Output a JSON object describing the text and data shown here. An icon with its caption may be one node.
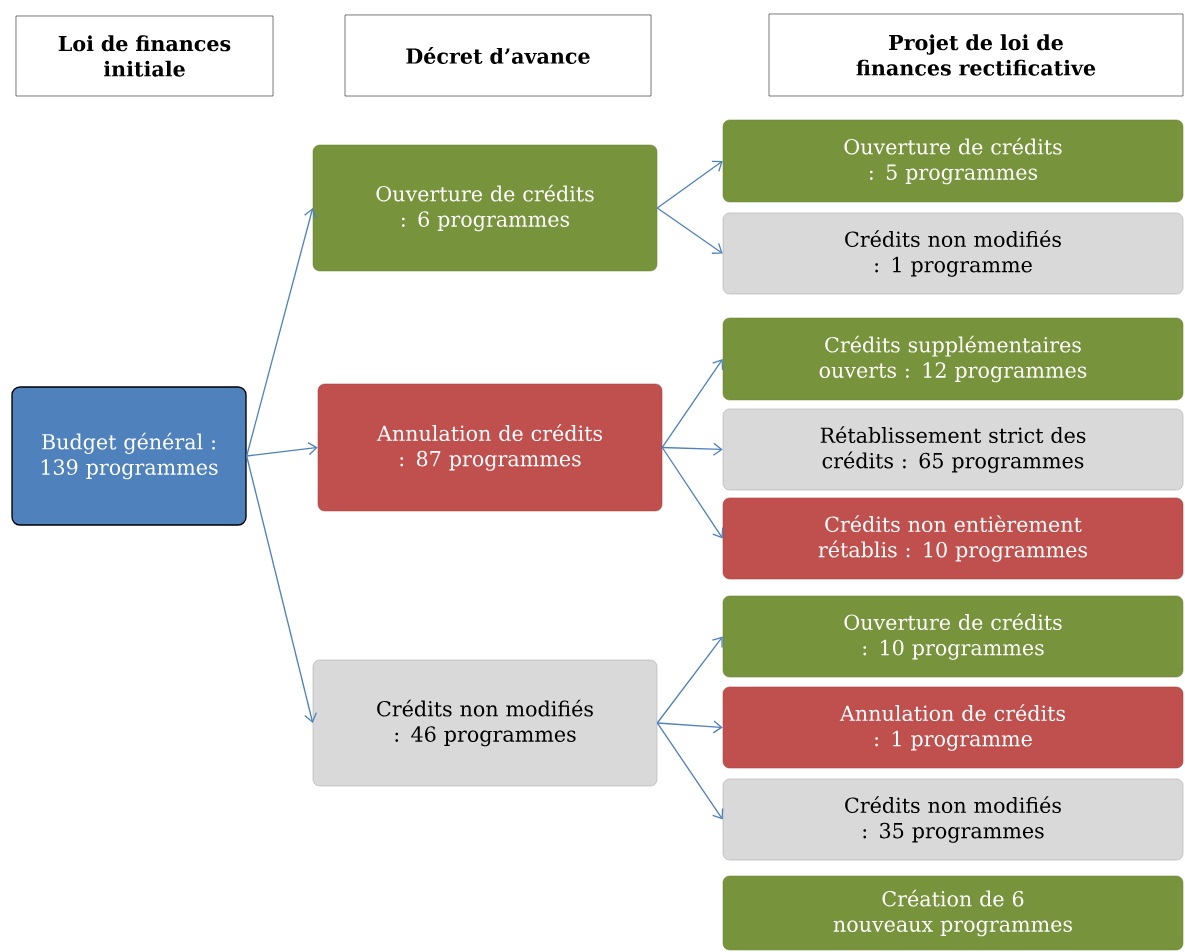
{
  "diagram": {
    "nodes": [
      {
        "text": [
          "Loi de finances initiale"
        ]
      },
      {
        "text": [
          "Décret d’avance"
        ]
      },
      {
        "text": [
          "Projet de loi de finances rectificative"
        ]
      },
      {
        "text": [
          "Budget général : 139 programmes"
        ]
      },
      {
        "text": [
          "Ouverture de crédits : 6 programmes"
        ]
      },
      {
        "text": [
          "Annulation de crédits : 87 programmes"
        ]
      },
      {
        "text": [
          "Crédits non modifiés : 46 programmes"
        ]
      },
      {
        "text": [
          "Ouverture de crédits : 5 programmes"
        ]
      },
      {
        "text": [
          "Crédits non modifiés : 1 programme"
        ]
      },
      {
        "text": [
          "Crédits supplémentaires ouverts : 12 programmes"
        ]
      },
      {
        "text": [
          "Rétablissement strict des crédits : 65 programmes"
        ]
      },
      {
        "text": [
          "Crédits non entièrement rétablis : 10 programmes"
        ]
      },
      {
        "text": [
          "Ouverture de crédits : 10 programmes"
        ]
      },
      {
        "text": [
          "Annulation de crédits : 1 programme"
        ]
      },
      {
        "text": [
          "Crédits non modifiés : 35 programmes"
        ]
      },
      {
        "text": [
          "Création de 6 nouveaux programmes"
        ]
      }
    ],
    "edges": [
      {
        "from": 3,
        "to": 4,
        "arrow": "to"
      },
      {
        "from": 3,
        "to": 5,
        "arrow": "to"
      },
      {
        "from": 3,
        "to": 6,
        "arrow": "to"
      },
      {
        "from": 4,
        "to": 7,
        "arrow": "to"
      },
      {
        "from": 4,
        "to": 8,
        "arrow": "to"
      },
      {
        "from": 5,
        "to": 9,
        "arrow": "to"
      },
      {
        "from": 5,
        "to": 10,
        "arrow": "to"
      },
      {
        "from": 5,
        "to": 11,
        "arrow": "to"
      },
      {
        "from": 6,
        "to": 12,
        "arrow": "to"
      },
      {
        "from": 6,
        "to": 13,
        "arrow": "to"
      },
      {
        "from": 6,
        "to": 14,
        "arrow": "to"
      }
    ]
  }
}
